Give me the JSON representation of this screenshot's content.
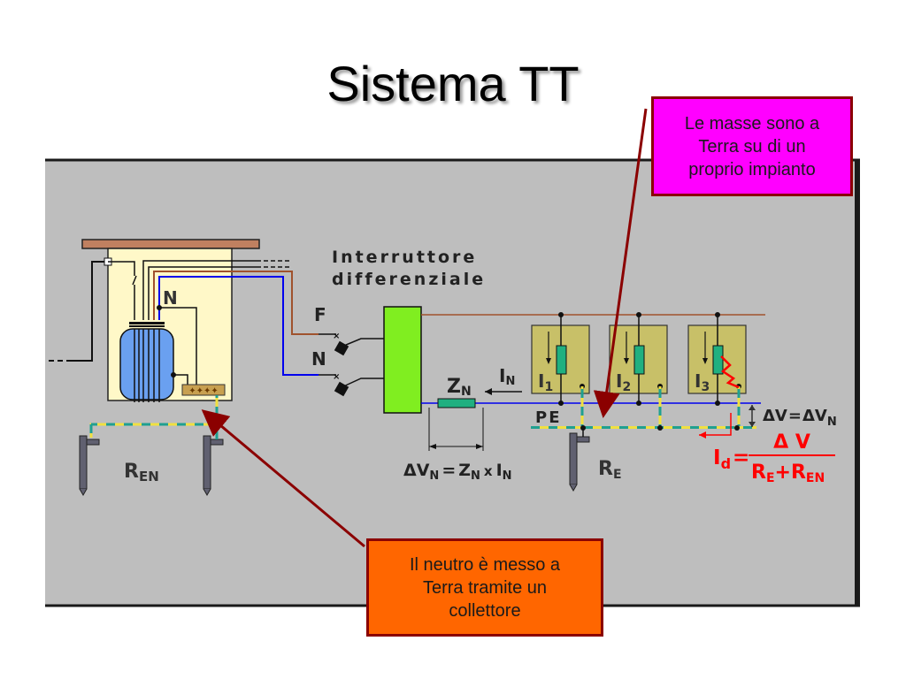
{
  "slide": {
    "title": "Sistema TT"
  },
  "callouts": {
    "masse": {
      "lines": [
        "Le masse sono a",
        "Terra su di un",
        "proprio impianto"
      ]
    },
    "neutro": {
      "lines": [
        "Il neutro è messo a",
        "Terra tramite un",
        "collettore"
      ]
    }
  },
  "diagram": {
    "breaker_label": [
      "Interruttore",
      "differenziale"
    ],
    "phase_label": "F",
    "neutral_label": "N",
    "transformer_neutral_label": "N",
    "neutral_impedance": {
      "symbol": "Z",
      "subscript": "N"
    },
    "neutral_current": {
      "symbol": "I",
      "subscript": "N"
    },
    "voltage_drop_formula": {
      "lhs": "ΔV",
      "lhs_sub": "N",
      "eq": "=",
      "z": "Z",
      "z_sub": "N",
      "times": "x",
      "i": "I",
      "i_sub": "N"
    },
    "pe_label": "PE",
    "loads": [
      {
        "symbol": "I",
        "subscript": "1"
      },
      {
        "symbol": "I",
        "subscript": "2"
      },
      {
        "symbol": "I",
        "subscript": "3"
      }
    ],
    "neutral_earth_resistance": {
      "symbol": "R",
      "subscript": "EN"
    },
    "user_earth_resistance": {
      "symbol": "R",
      "subscript": "E"
    },
    "dv_equation": {
      "lhs": "ΔV",
      "eq": "=",
      "rhs": "ΔV",
      "rhs_sub": "N"
    },
    "fault_current_formula": {
      "lhs": "I",
      "lhs_sub": "d",
      "eq": "=",
      "numerator": "Δ V",
      "den_r1": "R",
      "den_r1_sub": "E",
      "plus": "+",
      "den_r2": "R",
      "den_r2_sub": "EN"
    }
  },
  "colors": {
    "panel": "#bebebe",
    "phase_wire": "#a0522d",
    "neutral_wire": "#0000ee",
    "breaker": "#80ee20",
    "load_box": "#c8c068",
    "resistor": "#20b080",
    "transformer": "#6aa0f0",
    "cabinet": "#fff8c8",
    "fault": "#ff0000",
    "callout_pink": "#ff00ff",
    "callout_orange": "#ff6600",
    "arrow": "#8b0000"
  }
}
